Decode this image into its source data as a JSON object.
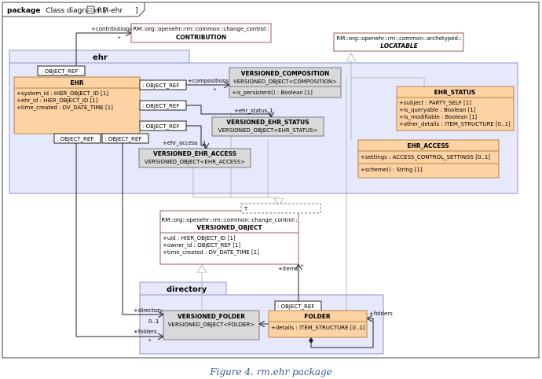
{
  "frame": {
    "keyword": "package",
    "name": "Class diagrams",
    "icon_label": "RM-ehr"
  },
  "caption": "Figure 4. rm.ehr package",
  "packages": {
    "ehr": "ehr",
    "directory": "directory"
  },
  "classes": {
    "contribution": {
      "ns": "RM::org::openehr::rm::common::change_control::",
      "name": "CONTRIBUTION"
    },
    "locatable": {
      "ns": "RM::org::openehr::rm::common::archetyped::",
      "name": "LOCATABLE"
    },
    "ehr": {
      "name": "EHR",
      "attrs": [
        "+system_id : HIER_OBJECT_ID [1]",
        "+ehr_id : HIER_OBJECT_ID [1]",
        "+time_created : DV_DATE_TIME [1]"
      ]
    },
    "versioned_composition": {
      "name": "VERSIONED_COMPOSITION",
      "sub": "VERSIONED_OBJECT<COMPOSITION>",
      "ops": [
        "+is_persistent() : Boolean [1]"
      ]
    },
    "versioned_ehr_status": {
      "name": "VERSIONED_EHR_STATUS",
      "sub": "VERSIONED_OBJECT<EHR_STATUS>"
    },
    "versioned_ehr_access": {
      "name": "VERSIONED_EHR_ACCESS",
      "sub": "VERSIONED_OBJECT<EHR_ACCESS>"
    },
    "ehr_status": {
      "name": "EHR_STATUS",
      "attrs": [
        "+subject : PARTY_SELF [1]",
        "+is_queryable : Boolean [1]",
        "+is_modifiable : Boolean [1]",
        "+other_details : ITEM_STRUCTURE [0..1]"
      ]
    },
    "ehr_access": {
      "name": "EHR_ACCESS",
      "attrs": [
        "+settings : ACCESS_CONTROL_SETTINGS [0..1]"
      ],
      "ops": [
        "+scheme() : String [1]"
      ]
    },
    "versioned_object": {
      "ns": "RM::org::openehr::rm::common::change_control::",
      "name": "VERSIONED_OBJECT",
      "template": "T",
      "attrs": [
        "+uid : HIER_OBJECT_ID [1]",
        "+owner_id : OBJECT_REF [1]",
        "+time_created : DV_DATE_TIME [1]"
      ]
    },
    "versioned_folder": {
      "name": "VERSIONED_FOLDER",
      "sub": "VERSIONED_OBJECT<FOLDER>"
    },
    "folder": {
      "name": "FOLDER",
      "attrs": [
        "+details : ITEM_STRUCTURE [0..1]"
      ]
    }
  },
  "qualifiers": {
    "ehr_top": ": OBJECT_REF",
    "ehr_comp": ": OBJECT_REF",
    "ehr_status": ": OBJECT_REF",
    "ehr_access": ": OBJECT_REF",
    "ehr_bottom1": ": OBJECT_REF",
    "ehr_bottom2": ": OBJECT_REF",
    "folder_top": ": OBJECT_REF"
  },
  "roles": {
    "contributions": "+contributions",
    "contributions_mult": "*",
    "compositions": "+compositions",
    "compositions_mult": "*",
    "ehr_status": "+ehr_status",
    "ehr_status_mult": "1",
    "ehr_access": "+ehr_access",
    "ehr_access_mult": "1",
    "items": "+items",
    "items_mult": "*",
    "directory": "+directory",
    "directory_mult": "0..1",
    "folders1": "+folders",
    "folders1_mult": "*",
    "folders2": "+folders"
  },
  "colors": {
    "package_fill": "#e6e9fb",
    "package_border": "#8e93c7",
    "orange_fill": "#fdd3a4",
    "orange_border": "#b7823f",
    "gray_fill": "#d9d9d9",
    "gray_border": "#7a7a7a",
    "white_border": "#a35a5a",
    "line": "#222222",
    "gen_line": "#b9b9b9"
  }
}
